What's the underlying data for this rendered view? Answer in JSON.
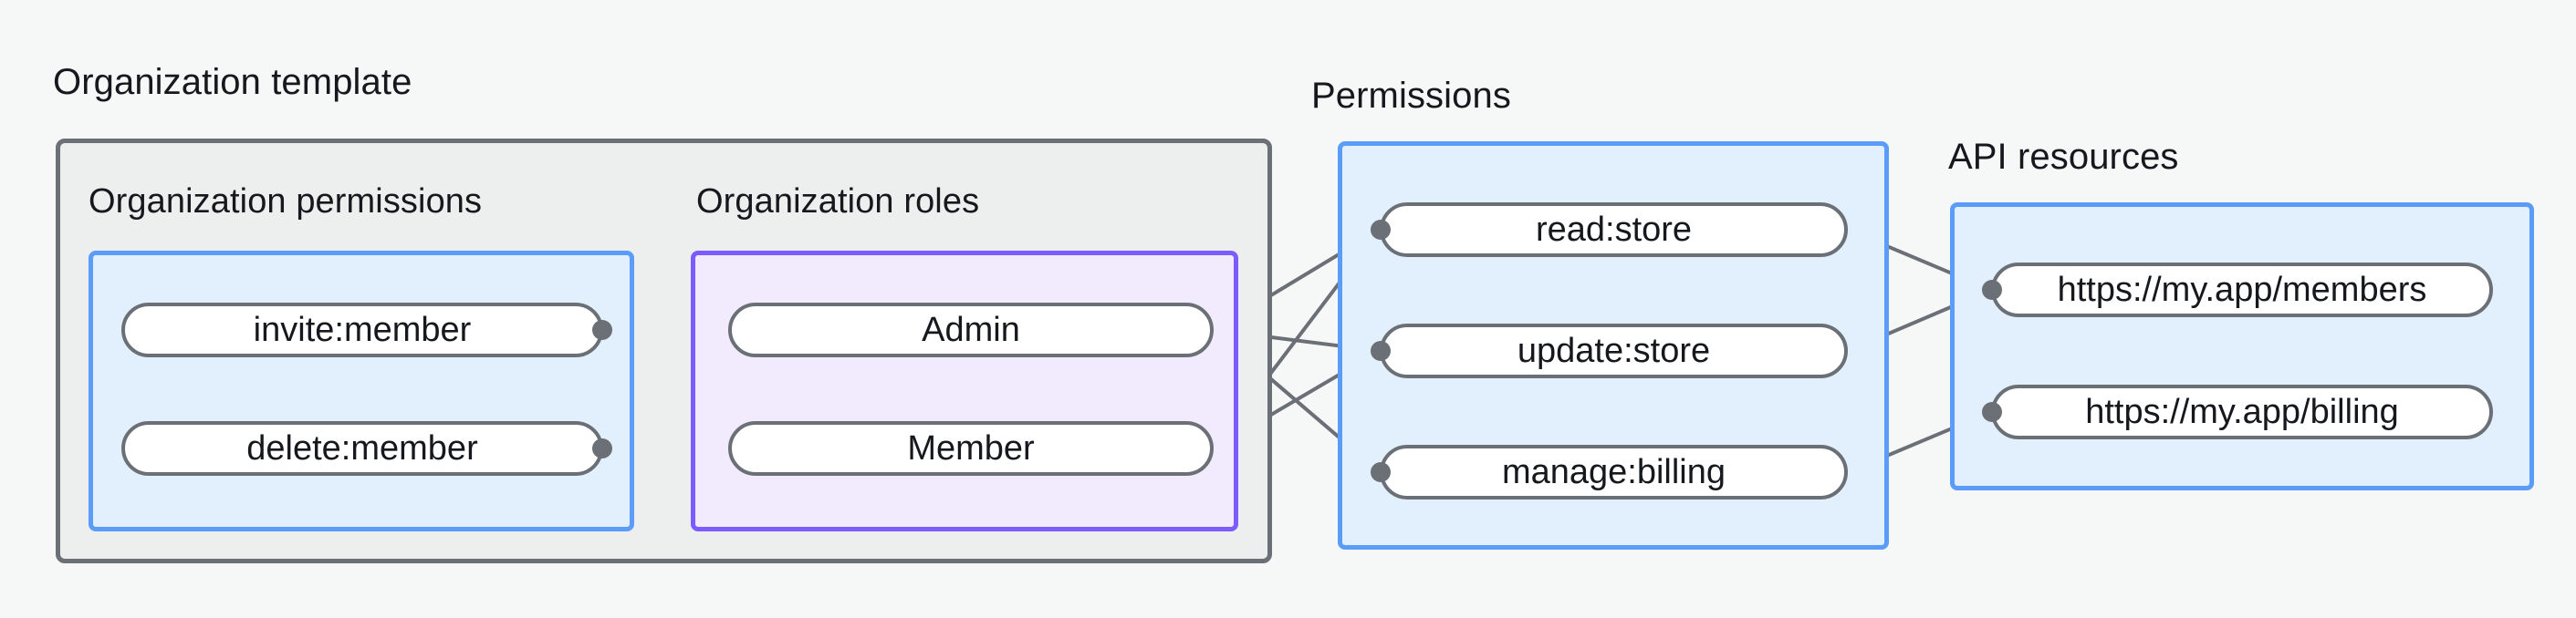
{
  "diagram": {
    "title_labels": {
      "organization_template": "Organization template",
      "permissions": "Permissions",
      "api_resources": "API resources"
    },
    "subgroup_labels": {
      "organization_permissions": "Organization permissions",
      "organization_roles": "Organization roles"
    },
    "colors": {
      "canvas_bg": "#f6f7f7",
      "outer_box_bg": "#edeeee",
      "outer_box_border": "#6b6f76",
      "blue_box_bg": "#e2f0fd",
      "blue_box_border": "#5b9cf8",
      "purple_box_bg": "#f2ebfd",
      "purple_box_border": "#7c5cff",
      "node_bg": "#ffffff",
      "node_border": "#6b6f76",
      "edge_stroke": "#6b6f76",
      "text": "#16181d"
    },
    "nodes": {
      "organization_permissions": [
        {
          "id": "invite-member",
          "label": "invite:member"
        },
        {
          "id": "delete-member",
          "label": "delete:member"
        }
      ],
      "organization_roles": [
        {
          "id": "admin",
          "label": "Admin"
        },
        {
          "id": "member",
          "label": "Member"
        }
      ],
      "permissions": [
        {
          "id": "read-store",
          "label": "read:store"
        },
        {
          "id": "update-store",
          "label": "update:store"
        },
        {
          "id": "manage-billing",
          "label": "manage:billing"
        }
      ],
      "api_resources": [
        {
          "id": "members-url",
          "label": "https://my.app/members"
        },
        {
          "id": "billing-url",
          "label": "https://my.app/billing"
        }
      ]
    },
    "edges": [
      {
        "from": "invite-member",
        "to": "admin"
      },
      {
        "from": "invite-member",
        "to": "member"
      },
      {
        "from": "delete-member",
        "to": "member"
      },
      {
        "from": "admin",
        "to": "read-store"
      },
      {
        "from": "admin",
        "to": "update-store"
      },
      {
        "from": "admin",
        "to": "manage-billing"
      },
      {
        "from": "member",
        "to": "read-store"
      },
      {
        "from": "member",
        "to": "update-store"
      },
      {
        "from": "read-store",
        "to": "members-url"
      },
      {
        "from": "update-store",
        "to": "members-url"
      },
      {
        "from": "manage-billing",
        "to": "billing-url"
      }
    ]
  }
}
